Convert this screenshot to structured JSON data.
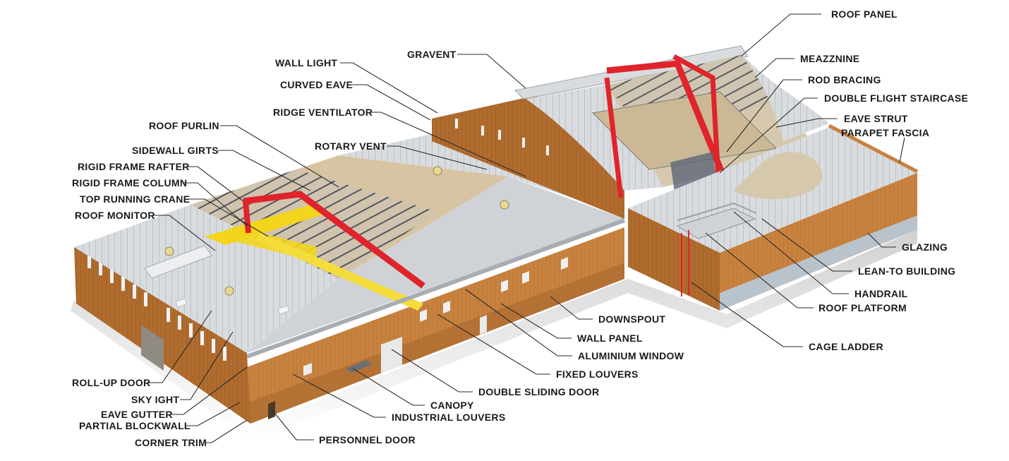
{
  "diagram": {
    "labels": {
      "roof_panel": "ROOF PANEL",
      "meazznine": "MEAZZNINE",
      "gravent": "GRAVENT",
      "wall_light": "WALL LIGHT",
      "rod_bracing": "ROD BRACING",
      "curved_eave": "CURVED EAVE",
      "double_flight_staircase": "DOUBLE FLIGHT STAIRCASE",
      "ridge_ventilator": "RIDGE VENTILATOR",
      "eave_strut": "EAVE STRUT",
      "roof_purlin": "ROOF PURLIN",
      "parapet_fascia": "PARAPET FASCIA",
      "rotary_vent": "ROTARY VENT",
      "sidewall_girts": "SIDEWALL GIRTS",
      "rigid_frame_rafter": "RIGID FRAME RAFTER",
      "rigid_frame_column": "RIGID FRAME COLUMN",
      "top_running_crane": "TOP RUNNING CRANE",
      "roof_monitor": "ROOF MONITOR",
      "glazing": "GLAZING",
      "lean_to_building": "LEAN-TO BUILDING",
      "handrail": "HANDRAIL",
      "roof_platform": "ROOF PLATFORM",
      "downspout": "DOWNSPOUT",
      "wall_panel": "WALL PANEL",
      "cage_ladder": "CAGE LADDER",
      "aluminium_window": "ALUMINIUM WINDOW",
      "fixed_louvers": "FIXED LOUVERS",
      "roll_up_door": "ROLL-UP DOOR",
      "double_sliding_door": "DOUBLE SLIDING DOOR",
      "sky_ight": "SKY IGHT",
      "canopy": "CANOPY",
      "eave_gutter": "EAVE GUTTER",
      "industrial_louvers": "INDUSTRIAL LOUVERS",
      "partial_blockwall": "PARTIAL BLOCKWALL",
      "corner_trim": "CORNER TRIM",
      "personnel_door": "PERSONNEL DOOR"
    },
    "colors": {
      "wall": "#c8823f",
      "wall_dark": "#9a5c26",
      "roof": "#d9dcdf",
      "roof_dark": "#b9bdc2",
      "frame_red": "#e0242b",
      "crane_yellow": "#f2d51c",
      "floor": "#d8c4a2"
    }
  }
}
